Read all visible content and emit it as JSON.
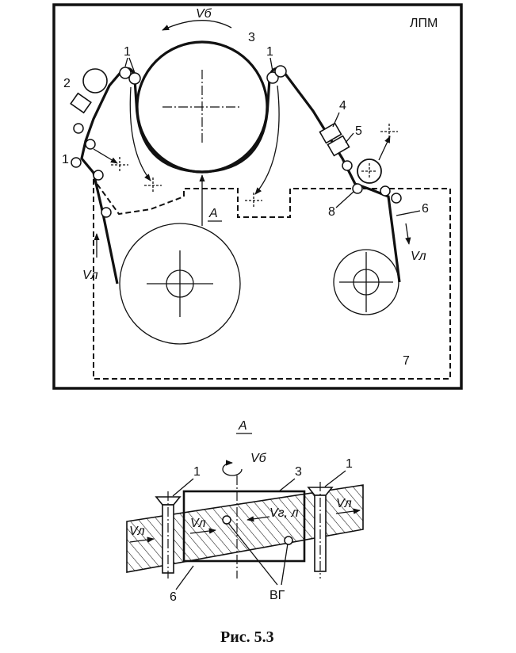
{
  "top": {
    "box_label": "ЛПМ",
    "speed_drum": "Vб",
    "speed_tape_left": "Vл",
    "speed_tape_right": "Vл",
    "view_marker": "А",
    "labels": {
      "guide_1": "1",
      "head_2": "2",
      "drum_3": "3",
      "head_4": "4",
      "head_5": "5",
      "tape_6": "6",
      "unit_7": "7",
      "roller_8": "8"
    }
  },
  "bottom": {
    "view_title": "А",
    "speed_drum": "Vб",
    "speed_left": "Vл",
    "speed_mid": "Vл",
    "speed_right": "Vл",
    "speed_head": "Vг, л",
    "labels": {
      "guide_left": "1",
      "guide_right": "1",
      "drum": "3",
      "tape": "6",
      "vg": "ВГ"
    }
  },
  "caption": "Рис. 5.3"
}
